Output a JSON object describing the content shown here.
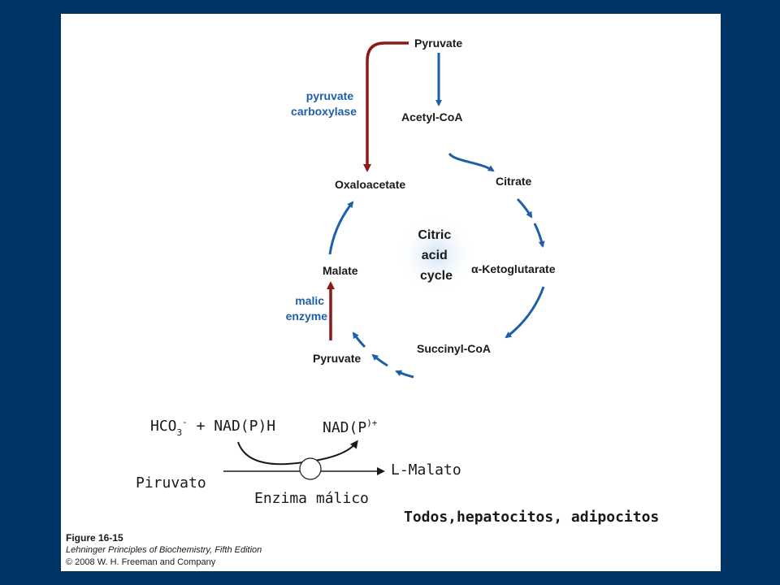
{
  "cycle": {
    "center_label": [
      "Citric",
      "acid",
      "cycle"
    ],
    "pyruvate_top": "Pyruvate",
    "acetyl_coa": "Acetyl-CoA",
    "citrate": "Citrate",
    "ketoglutarate": "α-Ketoglutarate",
    "succinyl_coa": "Succinyl-CoA",
    "pyruvate_bottom": "Pyruvate",
    "malate": "Malate",
    "oxaloacetate": "Oxaloacetate",
    "enzyme_carboxylase": [
      "pyruvate",
      "carboxylase"
    ],
    "enzyme_malic": [
      "malic",
      "enzyme"
    ]
  },
  "reaction": {
    "hco3": "HCO",
    "hco3_sub": "3",
    "hco3_sup": "-",
    "nadph": " + NAD(P)H",
    "nadp": "NAD(P",
    "nadp_sup": ")+",
    "substrate": "Piruvato",
    "product": "L-Malato",
    "enzyme": "Enzima málico",
    "tissues": "Todos,hepatocitos, adipocitos"
  },
  "caption": {
    "figure": "Figure 16-15",
    "book": "Lehninger Principles of Biochemistry, Fifth Edition",
    "copyright": "© 2008 W. H. Freeman and Company"
  },
  "colors": {
    "background": "#003366",
    "cycle_blue": "#1e5fa8",
    "enzyme_red": "#8b1a1a",
    "glow": "#cfe3f5"
  }
}
